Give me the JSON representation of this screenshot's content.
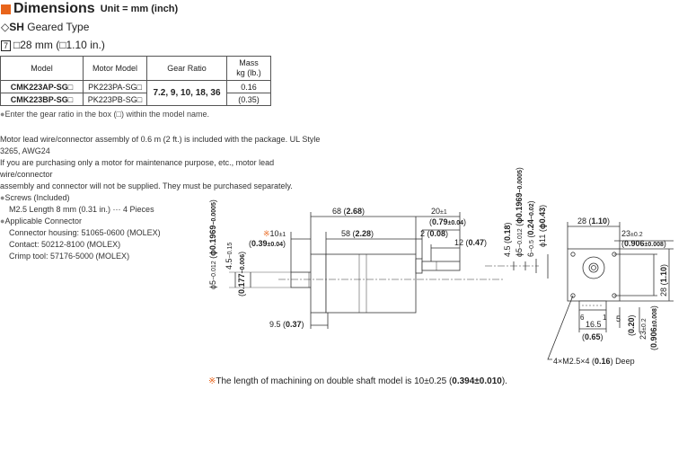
{
  "header": {
    "title": "Dimensions",
    "unit": "Unit = mm (inch)"
  },
  "subtitle": {
    "prefix": "◇",
    "type_code": "SH",
    "label": "Geared Type"
  },
  "size_line": {
    "box_number": "7",
    "text": "□28 mm (□1.10 in.)"
  },
  "table": {
    "headers": [
      "Model",
      "Motor Model",
      "Gear Ratio",
      "Mass\nkg (lb.)"
    ],
    "rows": [
      {
        "model": "CMK223AP-SG□",
        "motor": "PK223PA-SG□",
        "gear_ratio": "7.2, 9, 10, 18, 36",
        "mass": "0.16"
      },
      {
        "model": "CMK223BP-SG□",
        "motor": "PK223PB-SG□",
        "gear_ratio": "",
        "mass": "(0.35)"
      }
    ]
  },
  "note1": "Enter the gear ratio in the box (□) within the model name.",
  "paragraph": [
    "Motor lead wire/connector assembly of 0.6 m (2 ft.) is included with the package. UL Style",
    "3265, AWG24",
    "If you are purchasing only a motor for maintenance purpose, etc., motor lead wire/connector",
    "assembly and connector will not be supplied. They must be purchased separately."
  ],
  "screws": {
    "heading": "Screws (Included)",
    "item": "M2.5 Length 8 mm (0.31 in.) ··· 4 Pieces"
  },
  "connector": {
    "heading": "Applicable Connector",
    "items": [
      "Connector housing: 51065-0600 (MOLEX)",
      "Contact: 50212-8100 (MOLEX)",
      "Crimp tool: 57176-5000 (MOLEX)"
    ]
  },
  "drawing": {
    "dim_68": {
      "mm": "68",
      "in": "2.68"
    },
    "dim_58": {
      "mm": "58",
      "in": "2.28"
    },
    "dim_20": {
      "mm": "20",
      "tol": "±1",
      "in": "0.79",
      "intol": "±0.04"
    },
    "dim_10": {
      "mm": "10",
      "tol": "±1",
      "in": "0.39",
      "intol": "±0.04",
      "mark": "※"
    },
    "dim_2": {
      "mm": "2",
      "in": "0.08"
    },
    "dim_12": {
      "mm": "12",
      "in": "0.47"
    },
    "dim_95": {
      "mm": "9.5",
      "in": "0.37"
    },
    "dim_45_left": {
      "mm": "4.5",
      "tol": "−0.15",
      "in": "0.177",
      "intol": "−0.006"
    },
    "dim_phi5_left": {
      "mm": "ϕ5",
      "tol": "−0.012",
      "in": "ϕ0.1969",
      "intol": "−0.0005"
    },
    "dim_45_right": {
      "mm": "4.5",
      "in": "0.18"
    },
    "dim_phi5_right": {
      "mm": "ϕ5",
      "tol": "−0.012",
      "in": "ϕ0.1969",
      "intol": "−0.0005"
    },
    "dim_6": {
      "mm": "6",
      "tol": "−0.5",
      "in": "0.24",
      "intol": "−0.02"
    },
    "dim_phi11": {
      "mm": "ϕ11",
      "in": "ϕ0.43"
    },
    "dim_28_top": {
      "mm": "28",
      "in": "1.10"
    },
    "dim_23_top": {
      "mm": "23",
      "tol": "±0.2",
      "in": "0.906",
      "intol": "±0.008"
    },
    "dim_28_side": {
      "mm": "28",
      "in": "1.10"
    },
    "dim_23_side": {
      "mm": "23",
      "tol": "±0.2",
      "in": "0.906",
      "intol": "±0.008"
    },
    "dim_5": {
      "mm": "5",
      "in": "0.20"
    },
    "dim_165": {
      "mm": "16.5",
      "in": "0.65"
    },
    "pin6": "6",
    "pin1": "1",
    "hole_callout": {
      "text": "4×M2.5×4",
      "in": "0.16",
      "suffix": "Deep"
    }
  },
  "footnote": {
    "mark": "※",
    "text": "The length of machining on double shaft model is 10±0.25",
    "in": "0.394±0.010"
  }
}
